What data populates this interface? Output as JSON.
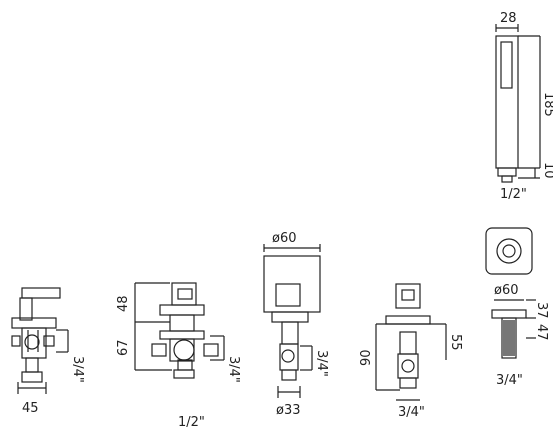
{
  "dimensions": {
    "handshower_width": "28",
    "handshower_length": "185",
    "handshower_base": "10",
    "handshower_thread": "1/2\"",
    "mixer_width": "45",
    "mixer_thread": "3/4\"",
    "diverter_top": "48",
    "diverter_body": "67",
    "diverter_thread": "3/4\"",
    "diverter_inlet": "1/2\"",
    "stop_top_dia": "ø60",
    "stop_thread": "3/4\"",
    "stop_base_dia": "ø33",
    "valve_height": "90",
    "valve_right": "55",
    "valve_thread": "3/4\"",
    "spout_dia": "ø60",
    "spout_h1": "37",
    "spout_h2": "47",
    "spout_thread": "3/4\""
  }
}
